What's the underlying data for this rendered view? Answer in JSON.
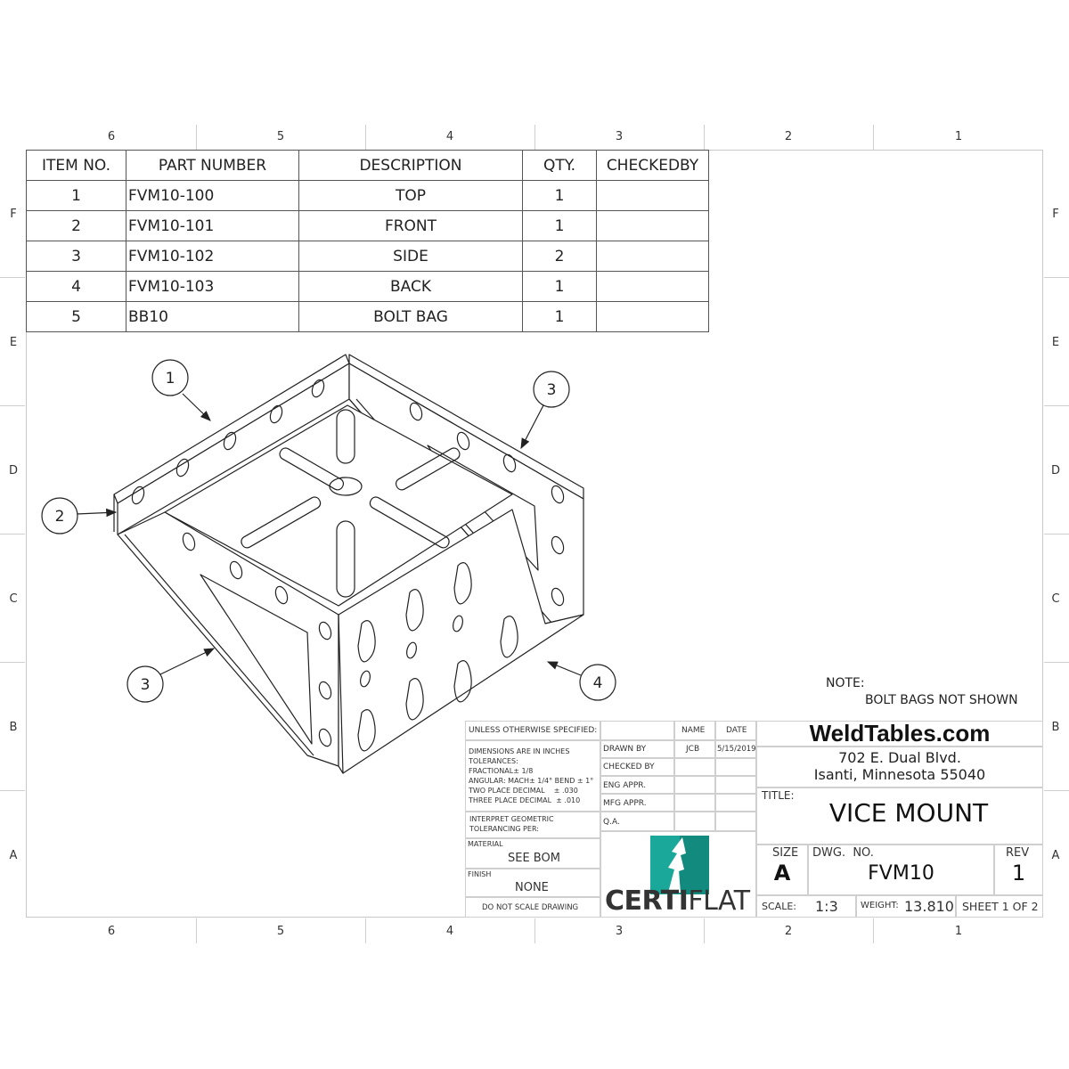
{
  "frame": {
    "columns_top": [
      "6",
      "5",
      "4",
      "3",
      "2",
      "1"
    ],
    "columns_bottom": [
      "6",
      "5",
      "4",
      "3",
      "2",
      "1"
    ],
    "rows_left": [
      "F",
      "E",
      "D",
      "C",
      "B",
      "A"
    ],
    "rows_right": [
      "F",
      "E",
      "D",
      "C",
      "B",
      "A"
    ]
  },
  "bom": {
    "headers": [
      "ITEM NO.",
      "PART NUMBER",
      "DESCRIPTION",
      "QTY.",
      "CHECKEDBY"
    ],
    "rows": [
      {
        "item": "1",
        "part": "FVM10-100",
        "desc": "TOP",
        "qty": "1",
        "checked": ""
      },
      {
        "item": "2",
        "part": "FVM10-101",
        "desc": "FRONT",
        "qty": "1",
        "checked": ""
      },
      {
        "item": "3",
        "part": "FVM10-102",
        "desc": "SIDE",
        "qty": "2",
        "checked": ""
      },
      {
        "item": "4",
        "part": "FVM10-103",
        "desc": "BACK",
        "qty": "1",
        "checked": ""
      },
      {
        "item": "5",
        "part": "BB10",
        "desc": "BOLT BAG",
        "qty": "1",
        "checked": ""
      }
    ]
  },
  "balloons": [
    {
      "label": "1",
      "part": "TOP"
    },
    {
      "label": "2",
      "part": "FRONT"
    },
    {
      "label": "3",
      "part": "SIDE (right)"
    },
    {
      "label": "3",
      "part": "SIDE (left)"
    },
    {
      "label": "4",
      "part": "BACK"
    }
  ],
  "note": {
    "heading": "NOTE:",
    "text": "BOLT BAGS NOT SHOWN"
  },
  "title_block": {
    "unless_specified": "UNLESS OTHERWISE SPECIFIED:",
    "name_header": "NAME",
    "date_header": "DATE",
    "tolerances": [
      "DIMENSIONS ARE IN INCHES",
      "TOLERANCES:",
      "FRACTIONAL± 1/8",
      "ANGULAR: MACH± 1/4° BEND ± 1°",
      "TWO PLACE DECIMAL    ± .030",
      "THREE PLACE DECIMAL  ± .010"
    ],
    "interpret": [
      "INTERPRET GEOMETRIC",
      "TOLERANCING PER:"
    ],
    "material_label": "MATERIAL",
    "material_value": "SEE BOM",
    "finish_label": "FINISH",
    "finish_value": "NONE",
    "do_not_scale": "DO NOT SCALE DRAWING",
    "approvals": [
      {
        "role": "DRAWN BY",
        "name": "JCB",
        "date": "5/15/2019"
      },
      {
        "role": "CHECKED BY",
        "name": "",
        "date": ""
      },
      {
        "role": "ENG APPR.",
        "name": "",
        "date": ""
      },
      {
        "role": "MFG APPR.",
        "name": "",
        "date": ""
      },
      {
        "role": "Q.A.",
        "name": "",
        "date": ""
      }
    ],
    "company": "WeldTables.com",
    "address_1": "702 E. Dual Blvd.",
    "address_2": "Isanti, Minnesota 55040",
    "title_label": "TITLE:",
    "title": "VICE MOUNT",
    "size_label": "SIZE",
    "size": "A",
    "dwg_no_label": "DWG.  NO.",
    "dwg_no": "FVM10",
    "rev_label": "REV",
    "rev": "1",
    "scale_label": "SCALE:",
    "scale": "1:3",
    "weight_label": "WEIGHT:",
    "weight": "13.810",
    "sheet": "SHEET 1 OF 2"
  },
  "logo": {
    "brand_bold": "CERTI",
    "brand_light": "FLAT",
    "color_primary": "#1aa89a",
    "color_secondary": "#128a7e",
    "text_color": "#333333"
  }
}
